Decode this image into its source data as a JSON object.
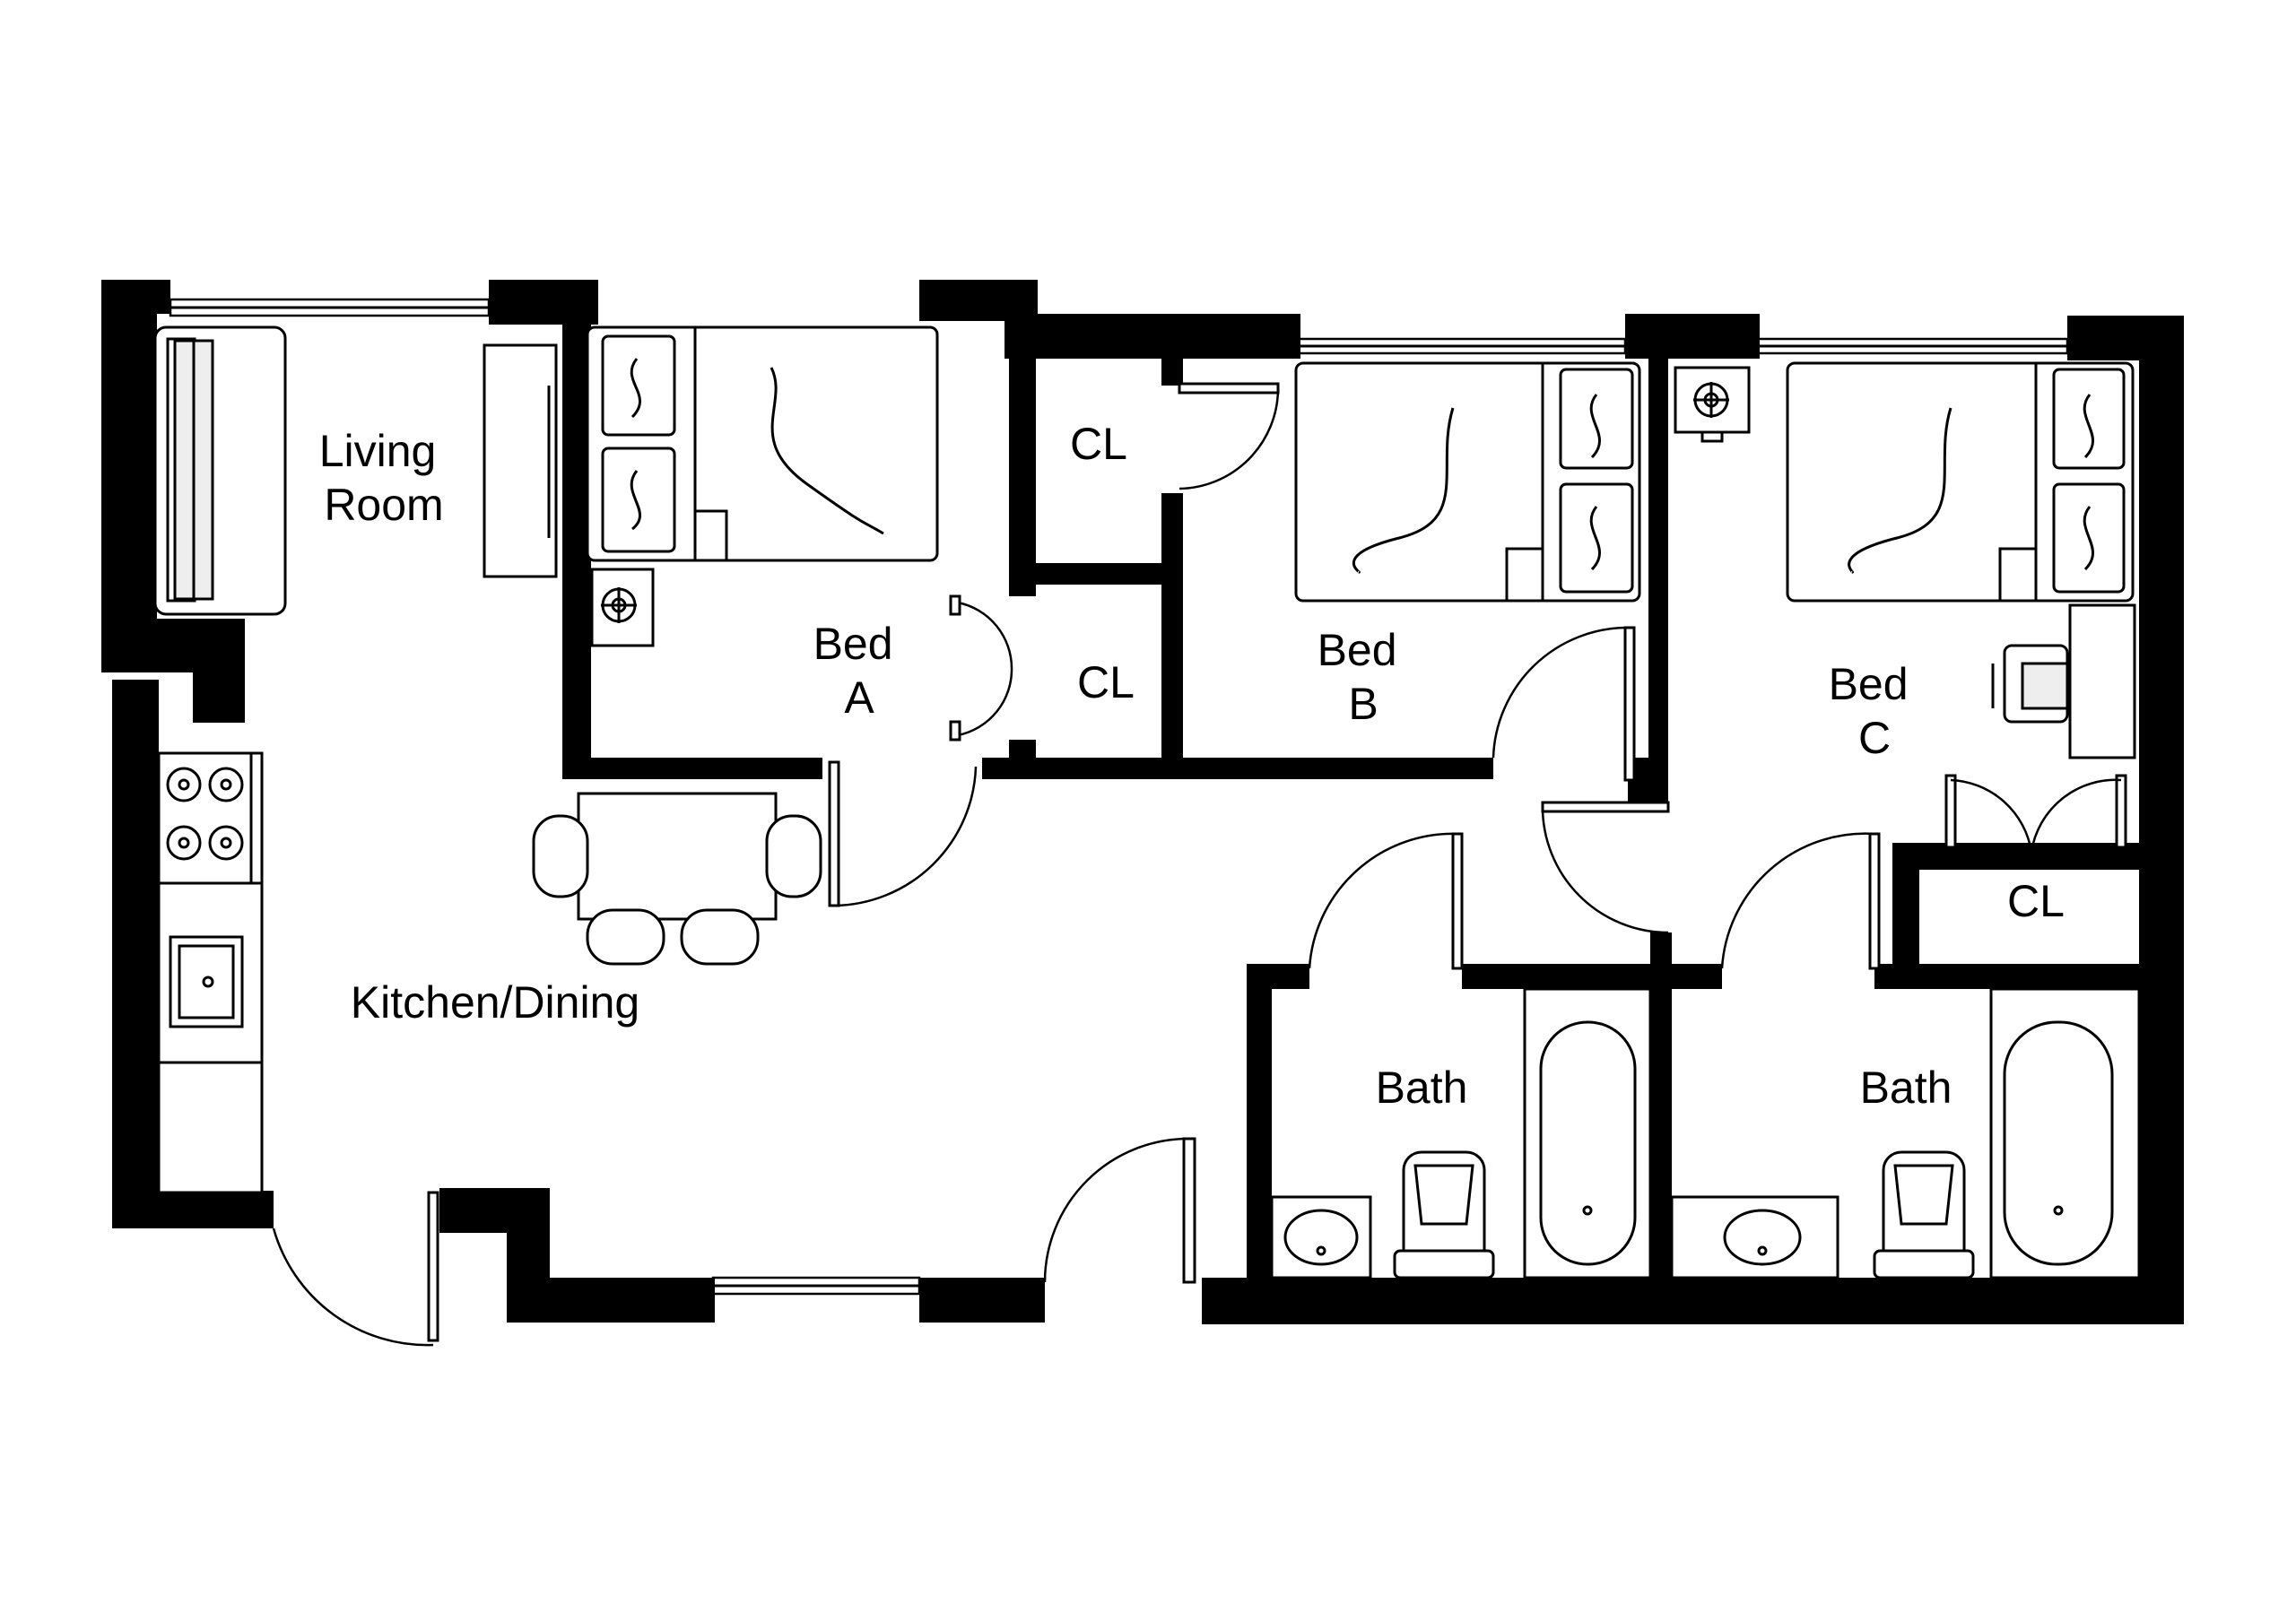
{
  "plan": {
    "rooms": [
      {
        "id": "living",
        "lines": [
          "Living",
          "Room"
        ]
      },
      {
        "id": "kitchen",
        "lines": [
          "Kitchen/Dining"
        ]
      },
      {
        "id": "bed_a",
        "lines": [
          "Bed",
          "A"
        ]
      },
      {
        "id": "bed_b",
        "lines": [
          "Bed",
          "B"
        ]
      },
      {
        "id": "bed_c",
        "lines": [
          "Bed",
          "C"
        ]
      },
      {
        "id": "cl_1",
        "lines": [
          "CL"
        ]
      },
      {
        "id": "cl_2",
        "lines": [
          "CL"
        ]
      },
      {
        "id": "cl_3",
        "lines": [
          "CL"
        ]
      },
      {
        "id": "bath_1",
        "lines": [
          "Bath"
        ]
      },
      {
        "id": "bath_2",
        "lines": [
          "Bath"
        ]
      }
    ]
  },
  "colors": {
    "wall": "#000000",
    "background": "#ffffff"
  }
}
